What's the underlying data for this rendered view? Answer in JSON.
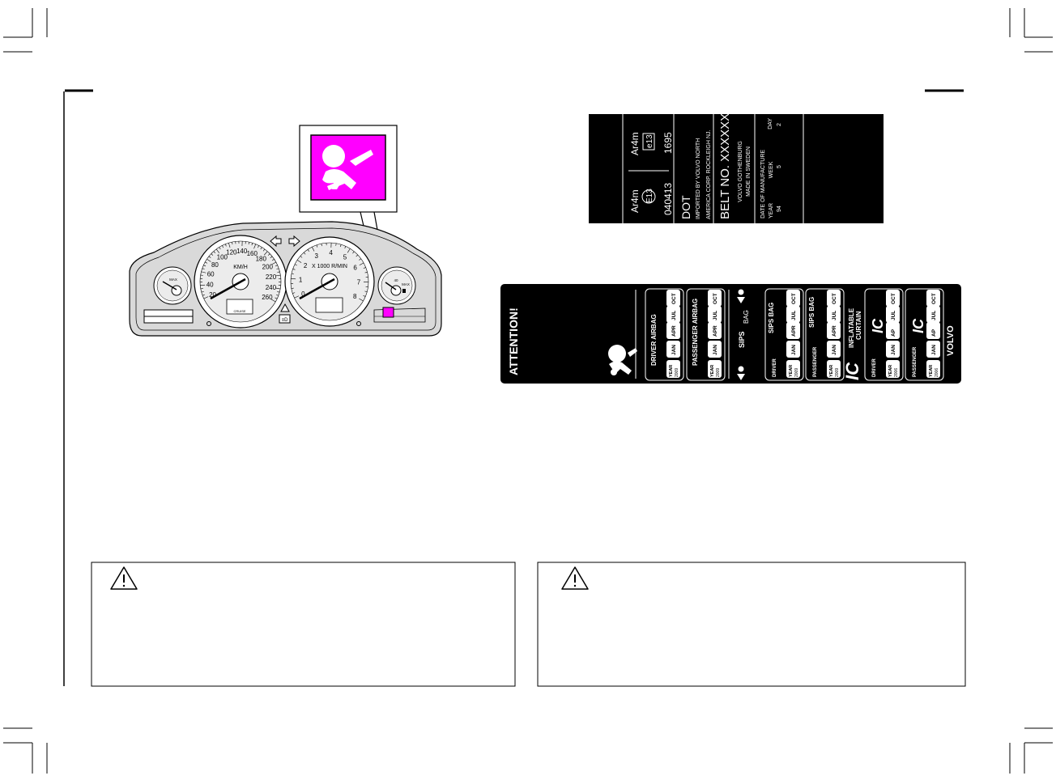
{
  "colors": {
    "page": "#ffffff",
    "ink": "#000000",
    "highlight": "#ff00ff",
    "dash_grey": "#d9d9d9",
    "gauge_face": "#ececec"
  },
  "callout": {
    "icon": "airbag-warning-symbol-icon"
  },
  "instrument_cluster": {
    "speedometer": {
      "unit": "KM/H",
      "labels": [
        "20",
        "40",
        "60",
        "80",
        "100",
        "120",
        "140",
        "160",
        "180",
        "200",
        "220",
        "240",
        "260"
      ]
    },
    "tachometer": {
      "unit": "X 1000 R/MIN",
      "labels": [
        "0",
        "1",
        "2",
        "3",
        "4",
        "5",
        "6",
        "7",
        "8"
      ]
    },
    "temp_gauge": {
      "label": "MAX"
    },
    "fuel_gauge": {
      "label": "MAX",
      "mark": "40"
    },
    "display": {
      "text": "CRUISE"
    },
    "icons": [
      "turn-left-arrow-icon",
      "turn-right-arrow-icon",
      "warning-triangle-icon",
      "fog-light-icon",
      "airbag-indicator-icon"
    ]
  },
  "belt_label": {
    "left_approval": {
      "code": "Ar4m",
      "mark": "E13",
      "number": "040413"
    },
    "right_approval": {
      "code": "Ar4m",
      "mark": "e13",
      "number": "1695"
    },
    "dot": "DOT",
    "importer_line1": "IMPORTED BY VOLVO NORTH",
    "importer_line2": "AMERICA CORP. ROCKLEIGH NJ.",
    "belt_no": "BELT NO. XXXXXX",
    "maker_line1": "VOLVO GOTHENBURG",
    "maker_line2": "MADE IN SWEDEN",
    "date_title": "DATE OF MANUFACTURE",
    "date_fields": [
      {
        "label": "YEAR",
        "value": "94"
      },
      {
        "label": "WEEK",
        "value": "5"
      },
      {
        "label": "DAY",
        "value": "2"
      }
    ]
  },
  "attention_label": {
    "heading": "ATTENTION!",
    "sips_bag": "BAG",
    "sips_brand": "SIPS",
    "ic_brand": "IC",
    "ic_title1": "INFLATABLE",
    "ic_title2": "CURTAIN",
    "brand": "VOLVO",
    "groups": [
      {
        "title": "DRIVER AIRBAG",
        "year": "2009",
        "months": [
          "JAN",
          "APR",
          "JUL",
          "OCT"
        ]
      },
      {
        "title": "PASSENGER AIRBAG",
        "year": "2009",
        "months": [
          "JAN",
          "APR",
          "JUL",
          "OCT"
        ]
      },
      {
        "title": "DRIVER",
        "brand": "SIPS BAG",
        "year": "2009",
        "months": [
          "JAN",
          "APR",
          "JUL",
          "OCT"
        ]
      },
      {
        "title": "PASSENGER",
        "brand": "SIPS BAG",
        "year": "2009",
        "months": [
          "JAN",
          "APR",
          "JUL",
          "OCT"
        ]
      },
      {
        "title": "DRIVER",
        "brand": "IC",
        "year": "2006",
        "months": [
          "JAN",
          "AP",
          "JUL",
          "OCT"
        ]
      },
      {
        "title": "PASSENGER",
        "brand": "IC",
        "year": "2006",
        "months": [
          "JAN",
          "AP",
          "JUL",
          "OCT"
        ]
      }
    ],
    "year_label": "YEAR"
  },
  "warnings": [
    {
      "icon": "warning-triangle-icon",
      "text": ""
    },
    {
      "icon": "warning-triangle-icon",
      "text": ""
    }
  ]
}
